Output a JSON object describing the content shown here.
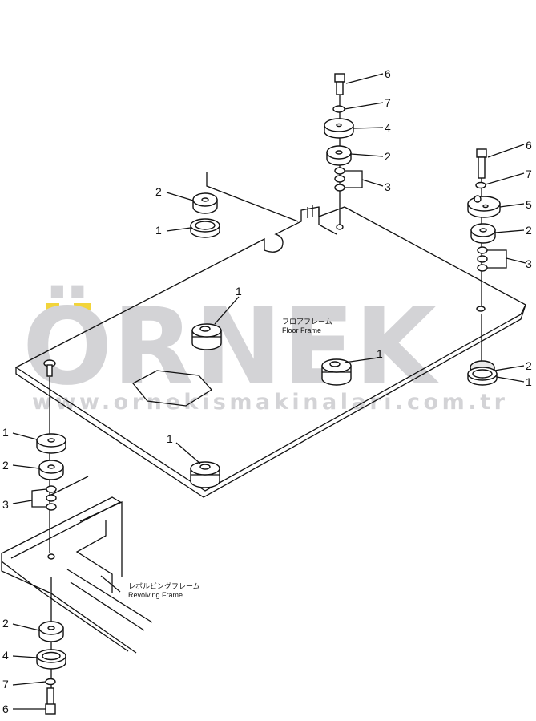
{
  "watermark": {
    "brand": "ÖRNEK",
    "url": "www.ornekismakinalari.com.tr",
    "accent_color": "#f2d43a",
    "text_color": "#d3d3d6"
  },
  "frame_labels": {
    "floor_frame_jp": "フロアフレーム",
    "floor_frame_en": "Floor Frame",
    "revolving_frame_jp": "レボルビングフレーム",
    "revolving_frame_en": "Revolving Frame"
  },
  "callouts": {
    "top_stack": [
      "6",
      "7",
      "4",
      "2",
      "3"
    ],
    "right_stack": [
      "6",
      "7",
      "5",
      "2",
      "3",
      "2",
      "1"
    ],
    "left_top_parts": [
      "2",
      "1"
    ],
    "floor_mounts": [
      "1",
      "1",
      "1"
    ],
    "left_lower_stack": [
      "1",
      "2",
      "3"
    ],
    "bottom_stack": [
      "2",
      "4",
      "7",
      "6"
    ]
  }
}
